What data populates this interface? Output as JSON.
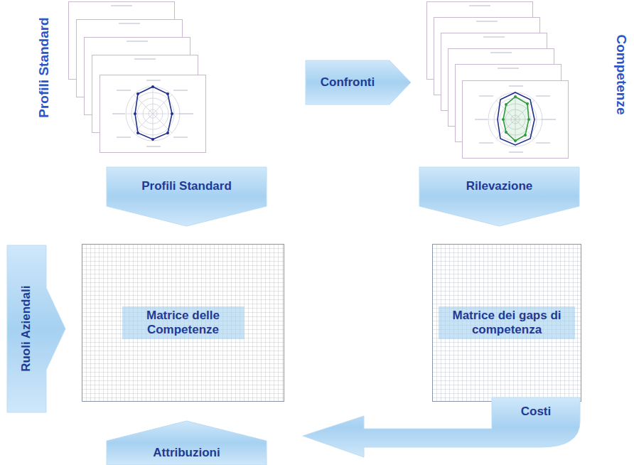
{
  "diagram": {
    "nodes": [
      {
        "text": [
          "Confronti"
        ]
      },
      {
        "text": [
          "Profili Standard"
        ]
      },
      {
        "text": [
          "Rilevazione"
        ]
      },
      {
        "text": [
          "Ruoli Aziendali"
        ]
      },
      {
        "text": [
          "Matrice delle Competenze"
        ]
      },
      {
        "text": [
          "Matrice dei gaps di competenza"
        ]
      },
      {
        "text": [
          "Costi"
        ]
      },
      {
        "text": [
          "Attribuzioni"
        ]
      }
    ],
    "labels": [
      "Profili Standard",
      "Competenze"
    ]
  }
}
